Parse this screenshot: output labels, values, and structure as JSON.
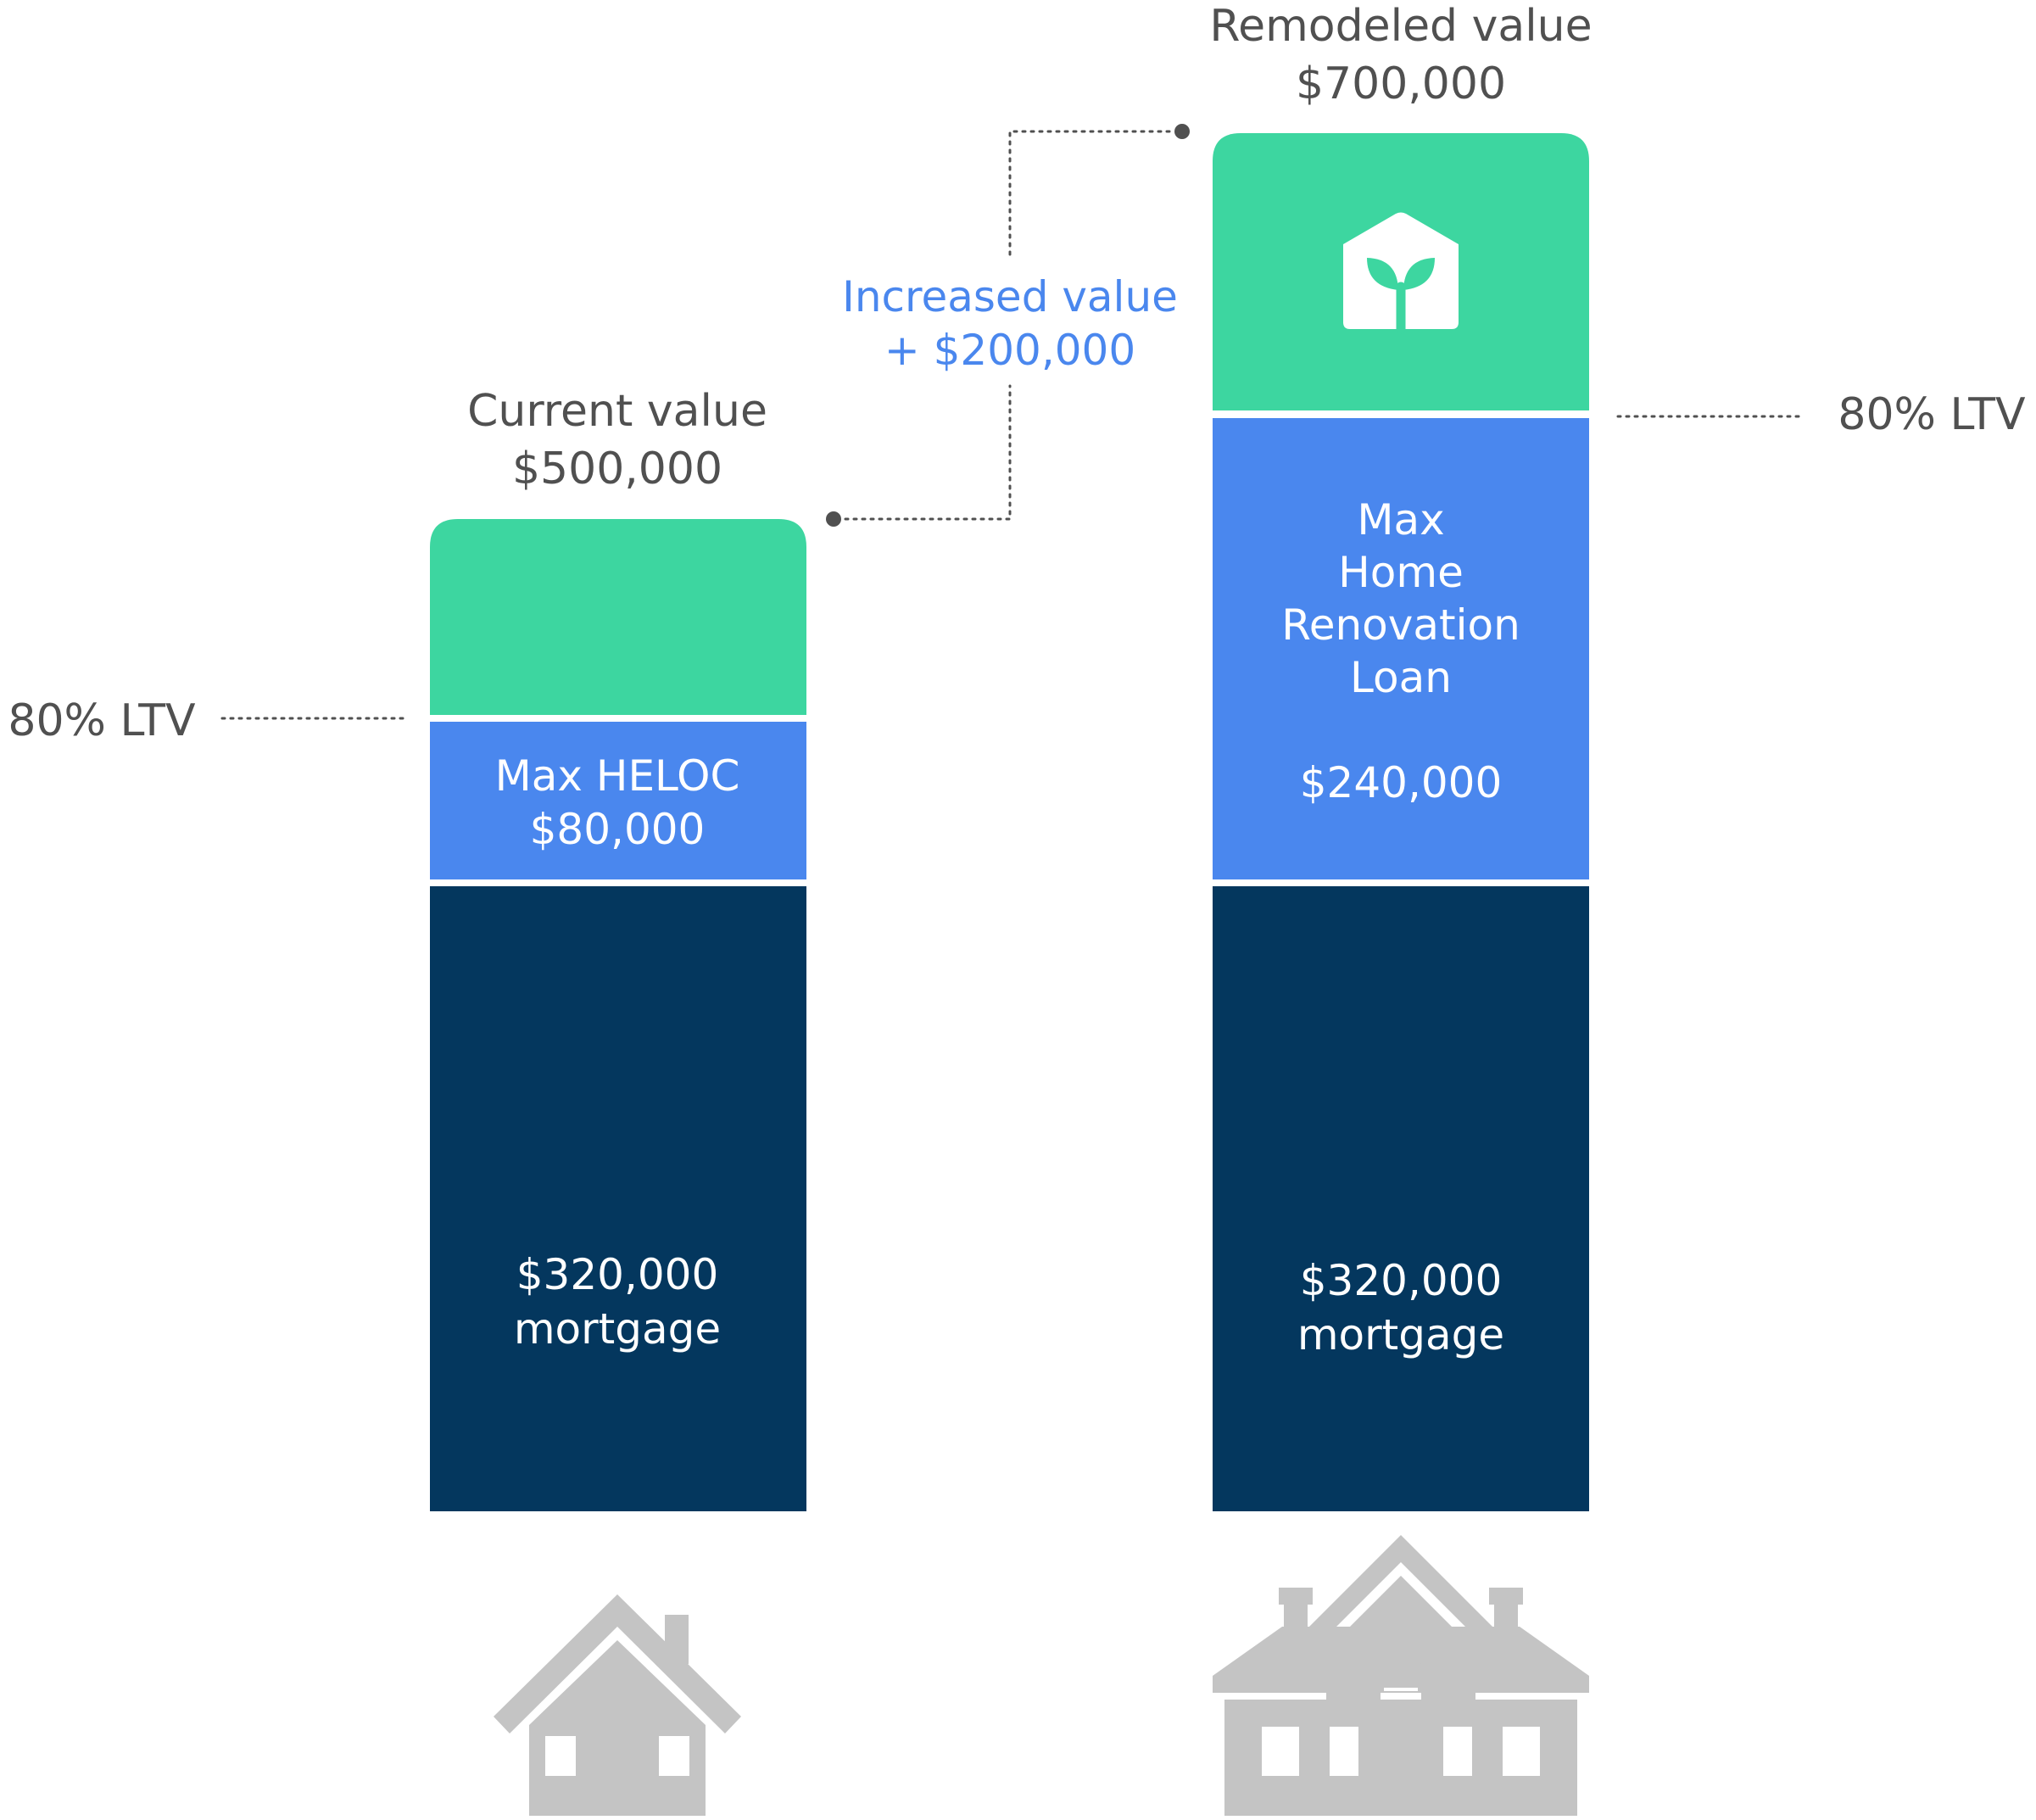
{
  "colors": {
    "equity": "#3dd6a0",
    "loan": "#4a87ee",
    "mortgage": "#04375e",
    "house": "#c4c4c4",
    "label_gray": "#505050",
    "increase_blue": "#4a87ee"
  },
  "current": {
    "title": "Current value",
    "value": "$500,000",
    "loan_label": "Max HELOC",
    "loan_value": "$80,000",
    "mortgage_value": "$320,000",
    "mortgage_label": "mortgage",
    "ltv_label": "80% LTV"
  },
  "increase": {
    "label": "Increased value",
    "value": "+ $200,000"
  },
  "remodeled": {
    "title": "Remodeled value",
    "value": "$700,000",
    "loan_line1": "Max",
    "loan_line2": "Home",
    "loan_line3": "Renovation",
    "loan_line4": "Loan",
    "loan_value": "$240,000",
    "mortgage_value": "$320,000",
    "mortgage_label": "mortgage",
    "ltv_label": "80% LTV",
    "icon": "house-sprout-icon"
  },
  "icons": {
    "current_house": "small-house-icon",
    "remodeled_house": "large-house-icon"
  }
}
